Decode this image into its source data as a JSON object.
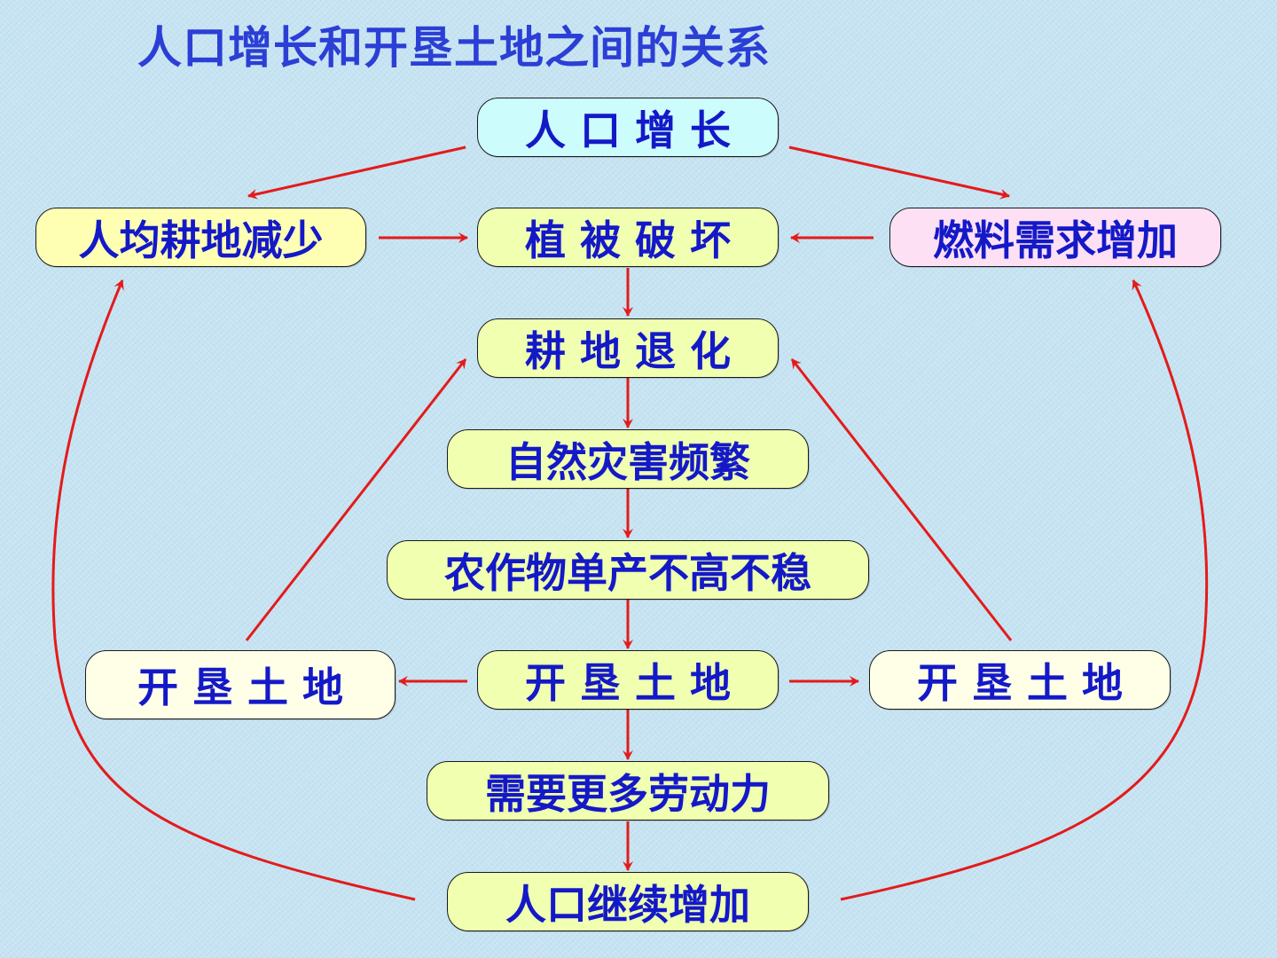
{
  "title": "人口增长和开垦土地之间的关系",
  "nodes": {
    "population_growth": "人 口 增 长",
    "farmland_per_capita_decrease": "人均耕地减少",
    "vegetation_destruction": "植 被 破 坏",
    "fuel_demand_increase": "燃料需求增加",
    "farmland_degradation": "耕 地 退 化",
    "frequent_disasters": "自然灾害频繁",
    "crop_yield_unstable": "农作物单产不高不稳",
    "reclaim_land_center": "开 垦 土 地",
    "reclaim_land_left": "开 垦 土 地",
    "reclaim_land_right": "开 垦 土 地",
    "more_labor_needed": "需要更多劳动力",
    "population_continues_increase": "人口继续增加"
  },
  "colors": {
    "title": "#2b3fd6",
    "node_text": "#1419c8",
    "arrow": "#e31b1b"
  }
}
